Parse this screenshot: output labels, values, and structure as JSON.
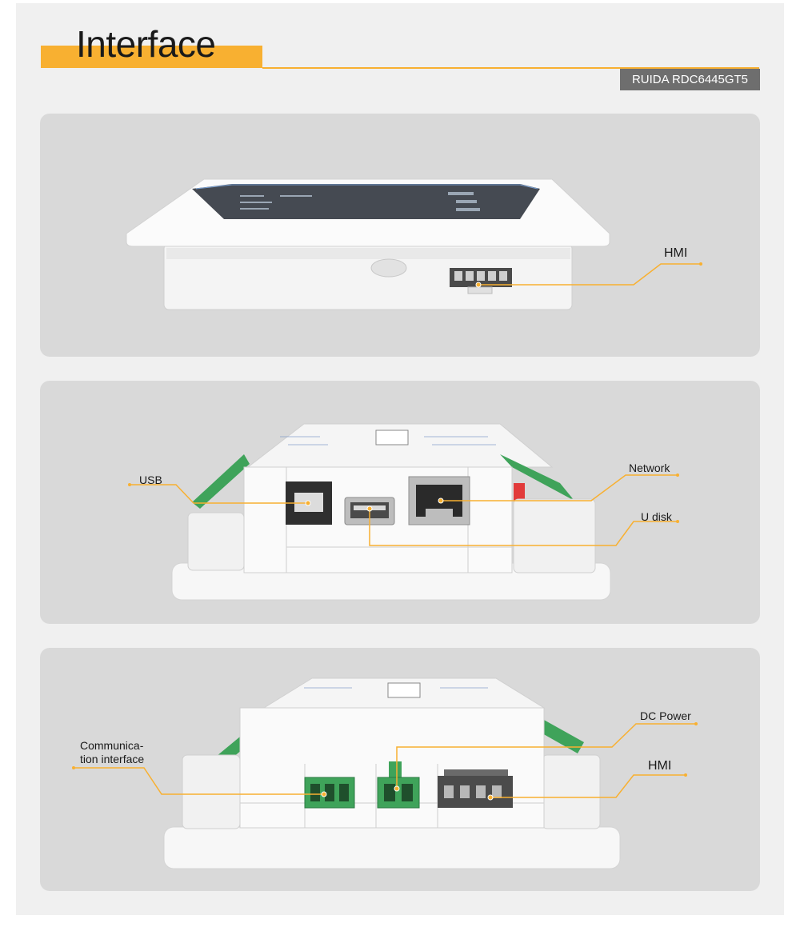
{
  "header": {
    "title": "Interface",
    "model_badge": "RUIDA RDC6445GT5"
  },
  "colors": {
    "accent": "#f8b031",
    "badge_bg": "#6e6e6e",
    "panel_bg": "#d9d9d9",
    "page_bg": "#f0f0f0",
    "connector_green": "#3fa35a"
  },
  "panels": [
    {
      "callouts": [
        {
          "label": "HMI"
        }
      ]
    },
    {
      "callouts": [
        {
          "label": "USB"
        },
        {
          "label": "Network"
        },
        {
          "label": "U disk"
        }
      ]
    },
    {
      "callouts": [
        {
          "label": "Communica-\ntion interface"
        },
        {
          "label": "DC Power"
        },
        {
          "label": "HMI"
        }
      ]
    }
  ]
}
